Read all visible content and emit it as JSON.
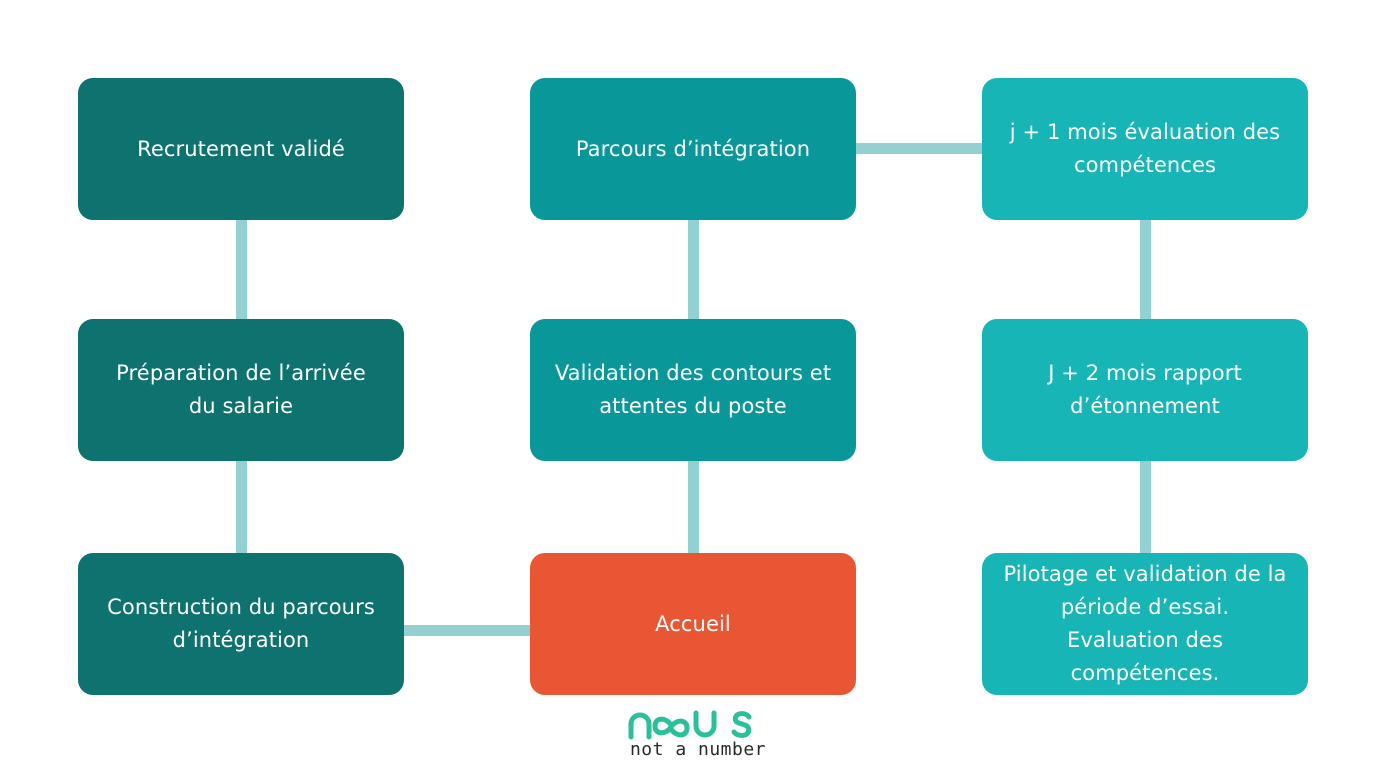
{
  "colors": {
    "dark_teal": "#0e726f",
    "mid_teal": "#0a979a",
    "light_teal": "#17b5b5",
    "accent_orange": "#e95633",
    "connector": "#93d0d2",
    "logo_green": "#2bbf9a"
  },
  "steps": [
    {
      "id": "recrutement",
      "label": "Recrutement validé"
    },
    {
      "id": "preparation",
      "label": "Préparation de l’arrivée\ndu salarie"
    },
    {
      "id": "construction",
      "label": "Construction du parcours\nd’intégration"
    },
    {
      "id": "accueil",
      "label": "Accueil"
    },
    {
      "id": "validation",
      "label": "Validation des contours et\nattentes du poste"
    },
    {
      "id": "parcours",
      "label": "Parcours d’intégration"
    },
    {
      "id": "j1",
      "label": "j + 1 mois évaluation des\ncompétences"
    },
    {
      "id": "j2",
      "label": "J + 2 mois rapport\nd’étonnement"
    },
    {
      "id": "pilotage",
      "label": "Pilotage et validation de la\npériode d’essai.\nEvaluation des\ncompétences."
    }
  ],
  "logo": {
    "wordmark": "noous",
    "tagline": "not a number"
  }
}
